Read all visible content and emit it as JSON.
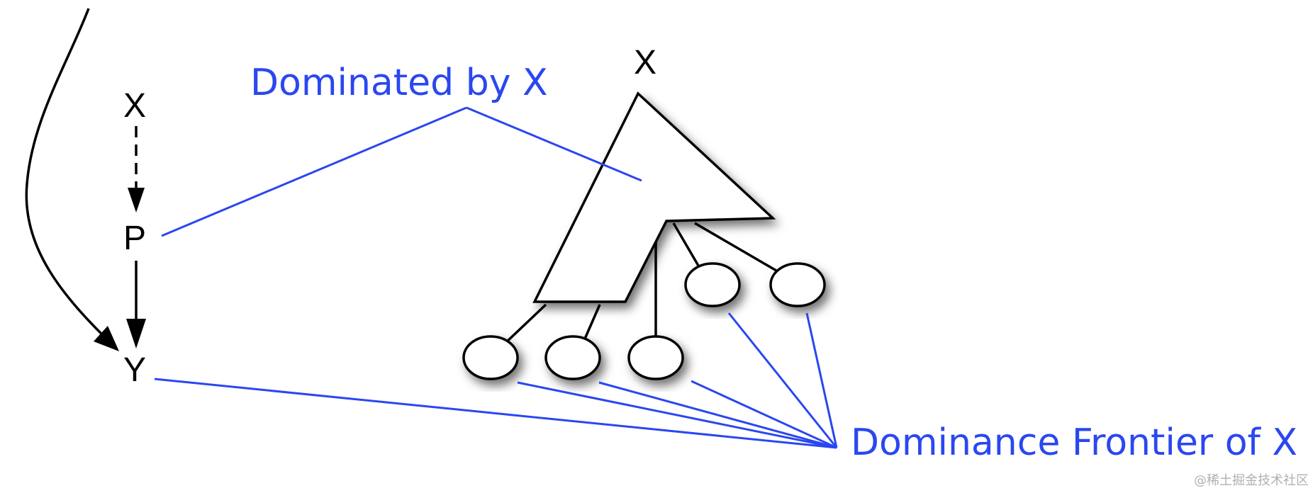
{
  "labels": {
    "cfg_x": "X",
    "cfg_p": "P",
    "cfg_y": "Y",
    "tree_root": "X"
  },
  "annotations": {
    "dominated": "Dominated by X",
    "frontier": "Dominance Frontier of X"
  },
  "watermark": "@稀土掘金技术社区",
  "colors": {
    "annotation": "#2a47f0",
    "edge": "#000000",
    "node_fill": "#ffffff"
  }
}
